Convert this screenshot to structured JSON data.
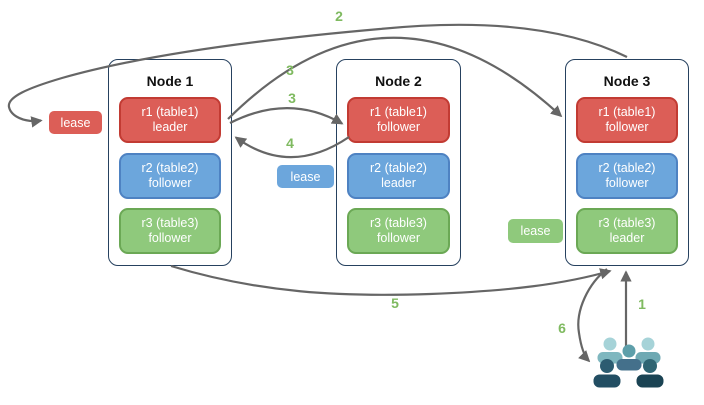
{
  "diagram": {
    "nodes": [
      {
        "title": "Node 1",
        "replicas": [
          {
            "name": "r1 (table1)",
            "role": "leader",
            "color": "red"
          },
          {
            "name": "r2 (table2)",
            "role": "follower",
            "color": "blue"
          },
          {
            "name": "r3 (table3)",
            "role": "follower",
            "color": "green"
          }
        ]
      },
      {
        "title": "Node 2",
        "replicas": [
          {
            "name": "r1 (table1)",
            "role": "follower",
            "color": "red"
          },
          {
            "name": "r2 (table2)",
            "role": "leader",
            "color": "blue"
          },
          {
            "name": "r3 (table3)",
            "role": "follower",
            "color": "green"
          }
        ]
      },
      {
        "title": "Node 3",
        "replicas": [
          {
            "name": "r1 (table1)",
            "role": "follower",
            "color": "red"
          },
          {
            "name": "r2 (table2)",
            "role": "follower",
            "color": "blue"
          },
          {
            "name": "r3 (table3)",
            "role": "leader",
            "color": "green"
          }
        ]
      }
    ],
    "leases": [
      {
        "label": "lease",
        "color": "red"
      },
      {
        "label": "lease",
        "color": "blue"
      },
      {
        "label": "lease",
        "color": "green"
      }
    ],
    "steps": [
      {
        "label": "2"
      },
      {
        "label": "3"
      },
      {
        "label": "3"
      },
      {
        "label": "4"
      },
      {
        "label": "5"
      },
      {
        "label": "6"
      },
      {
        "label": "1"
      }
    ],
    "icons": {
      "users": "users-group-icon"
    },
    "colors": {
      "red_fill": "#DC5E57",
      "red_border": "#C23B33",
      "blue_fill": "#6CA6DC",
      "blue_border": "#4E82C2",
      "green_fill": "#8FC97C",
      "green_border": "#6BA855",
      "node_border": "#26415F",
      "arrow": "#666666",
      "step_label": "#7FBA60",
      "users_light": "#A6D3D8",
      "users_dark": "#1A4353"
    }
  }
}
